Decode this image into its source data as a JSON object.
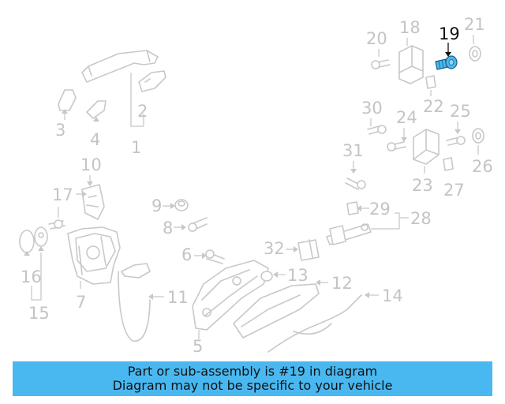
{
  "diagram": {
    "highlighted_part": "19",
    "part_numbers": [
      "1",
      "2",
      "3",
      "4",
      "5",
      "6",
      "7",
      "8",
      "9",
      "10",
      "11",
      "12",
      "13",
      "14",
      "15",
      "16",
      "17",
      "18",
      "19",
      "20",
      "21",
      "22",
      "23",
      "24",
      "25",
      "26",
      "27",
      "28",
      "29",
      "30",
      "31",
      "32"
    ]
  },
  "caption": {
    "line1": "Part or sub-assembly is #19 in diagram",
    "line2": "Diagram may not be specific to your vehicle"
  },
  "colors": {
    "highlight_part": "#4ab8f0",
    "caption_background": "#4ab8f0",
    "part_outline": "#c8c8c8",
    "highlight_label": "#111111"
  }
}
